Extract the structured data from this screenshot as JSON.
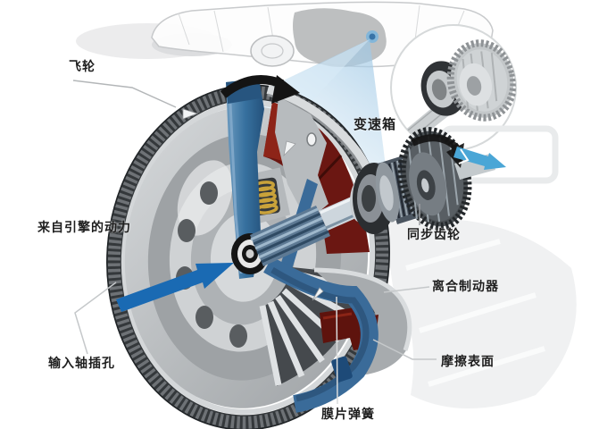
{
  "labels": {
    "flywheel": "飞轮",
    "gearbox": "变速箱",
    "engine_power": "来自引擎的动力",
    "synchronizer_gear": "同步齿轮",
    "clutch_brake": "离合制动器",
    "friction_surface": "摩擦表面",
    "input_shaft_hole": "输入轴插孔",
    "diaphragm_spring": "膜片弹簧"
  },
  "colors": {
    "power_arrow_blue": "#1a6ab3",
    "output_arrow_cyan": "#4aa6d6",
    "friction_red": "#6b1712",
    "friction_red_dark": "#5e130d",
    "steel_blue": "#3a6b99",
    "steel_blue_dark": "#27557f",
    "spring_gold": "#c9a23a",
    "metal_gray": "#c2c5c8",
    "teeth_dark": "#34383b"
  }
}
